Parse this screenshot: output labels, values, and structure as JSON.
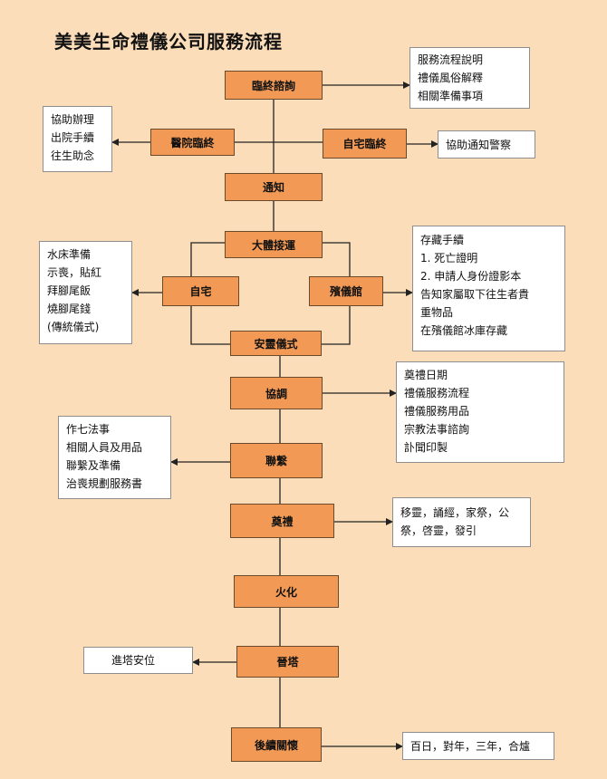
{
  "title": "美美生命禮儀公司服務流程",
  "steps": {
    "consult": "臨終諮詢",
    "hospital": "醫院臨終",
    "home_death": "自宅臨終",
    "notify": "通知",
    "transport": "大體接運",
    "home": "自宅",
    "funeral_home": "殯儀館",
    "spirit_ritual": "安靈儀式",
    "coordinate": "協調",
    "contact": "聯繫",
    "burial_rite": "奠禮",
    "cremation": "火化",
    "columbarium": "晉塔",
    "aftercare": "後續關懷"
  },
  "notes": {
    "consult": [
      "服務流程說明",
      "禮儀風俗解釋",
      "相關準備事項"
    ],
    "hospital": [
      "協助辦理",
      "出院手續",
      "往生助念"
    ],
    "home_death": [
      "協助通知警察"
    ],
    "home": [
      "水床準備",
      "示喪，貼紅",
      "拜腳尾飯",
      "燒腳尾錢",
      "(傳統儀式)"
    ],
    "funeral_home": [
      "存藏手續",
      "1.   死亡證明",
      "2.   申請人身份證影本",
      "告知家屬取下往生者貴",
      "重物品",
      "在殯儀館冰庫存藏"
    ],
    "coordinate": [
      "奠禮日期",
      "禮儀服務流程",
      "禮儀服務用品",
      "宗教法事諮詢",
      "訃聞印製"
    ],
    "contact": [
      "作七法事",
      "相關人員及用品",
      "聯繫及準備",
      "治喪規劃服務書"
    ],
    "burial_rite": [
      "移靈，誦經，家祭，公",
      "祭，啓靈，發引"
    ],
    "columbarium": [
      "進塔安位"
    ],
    "aftercare": [
      "百日，對年，三年，合爐"
    ]
  }
}
